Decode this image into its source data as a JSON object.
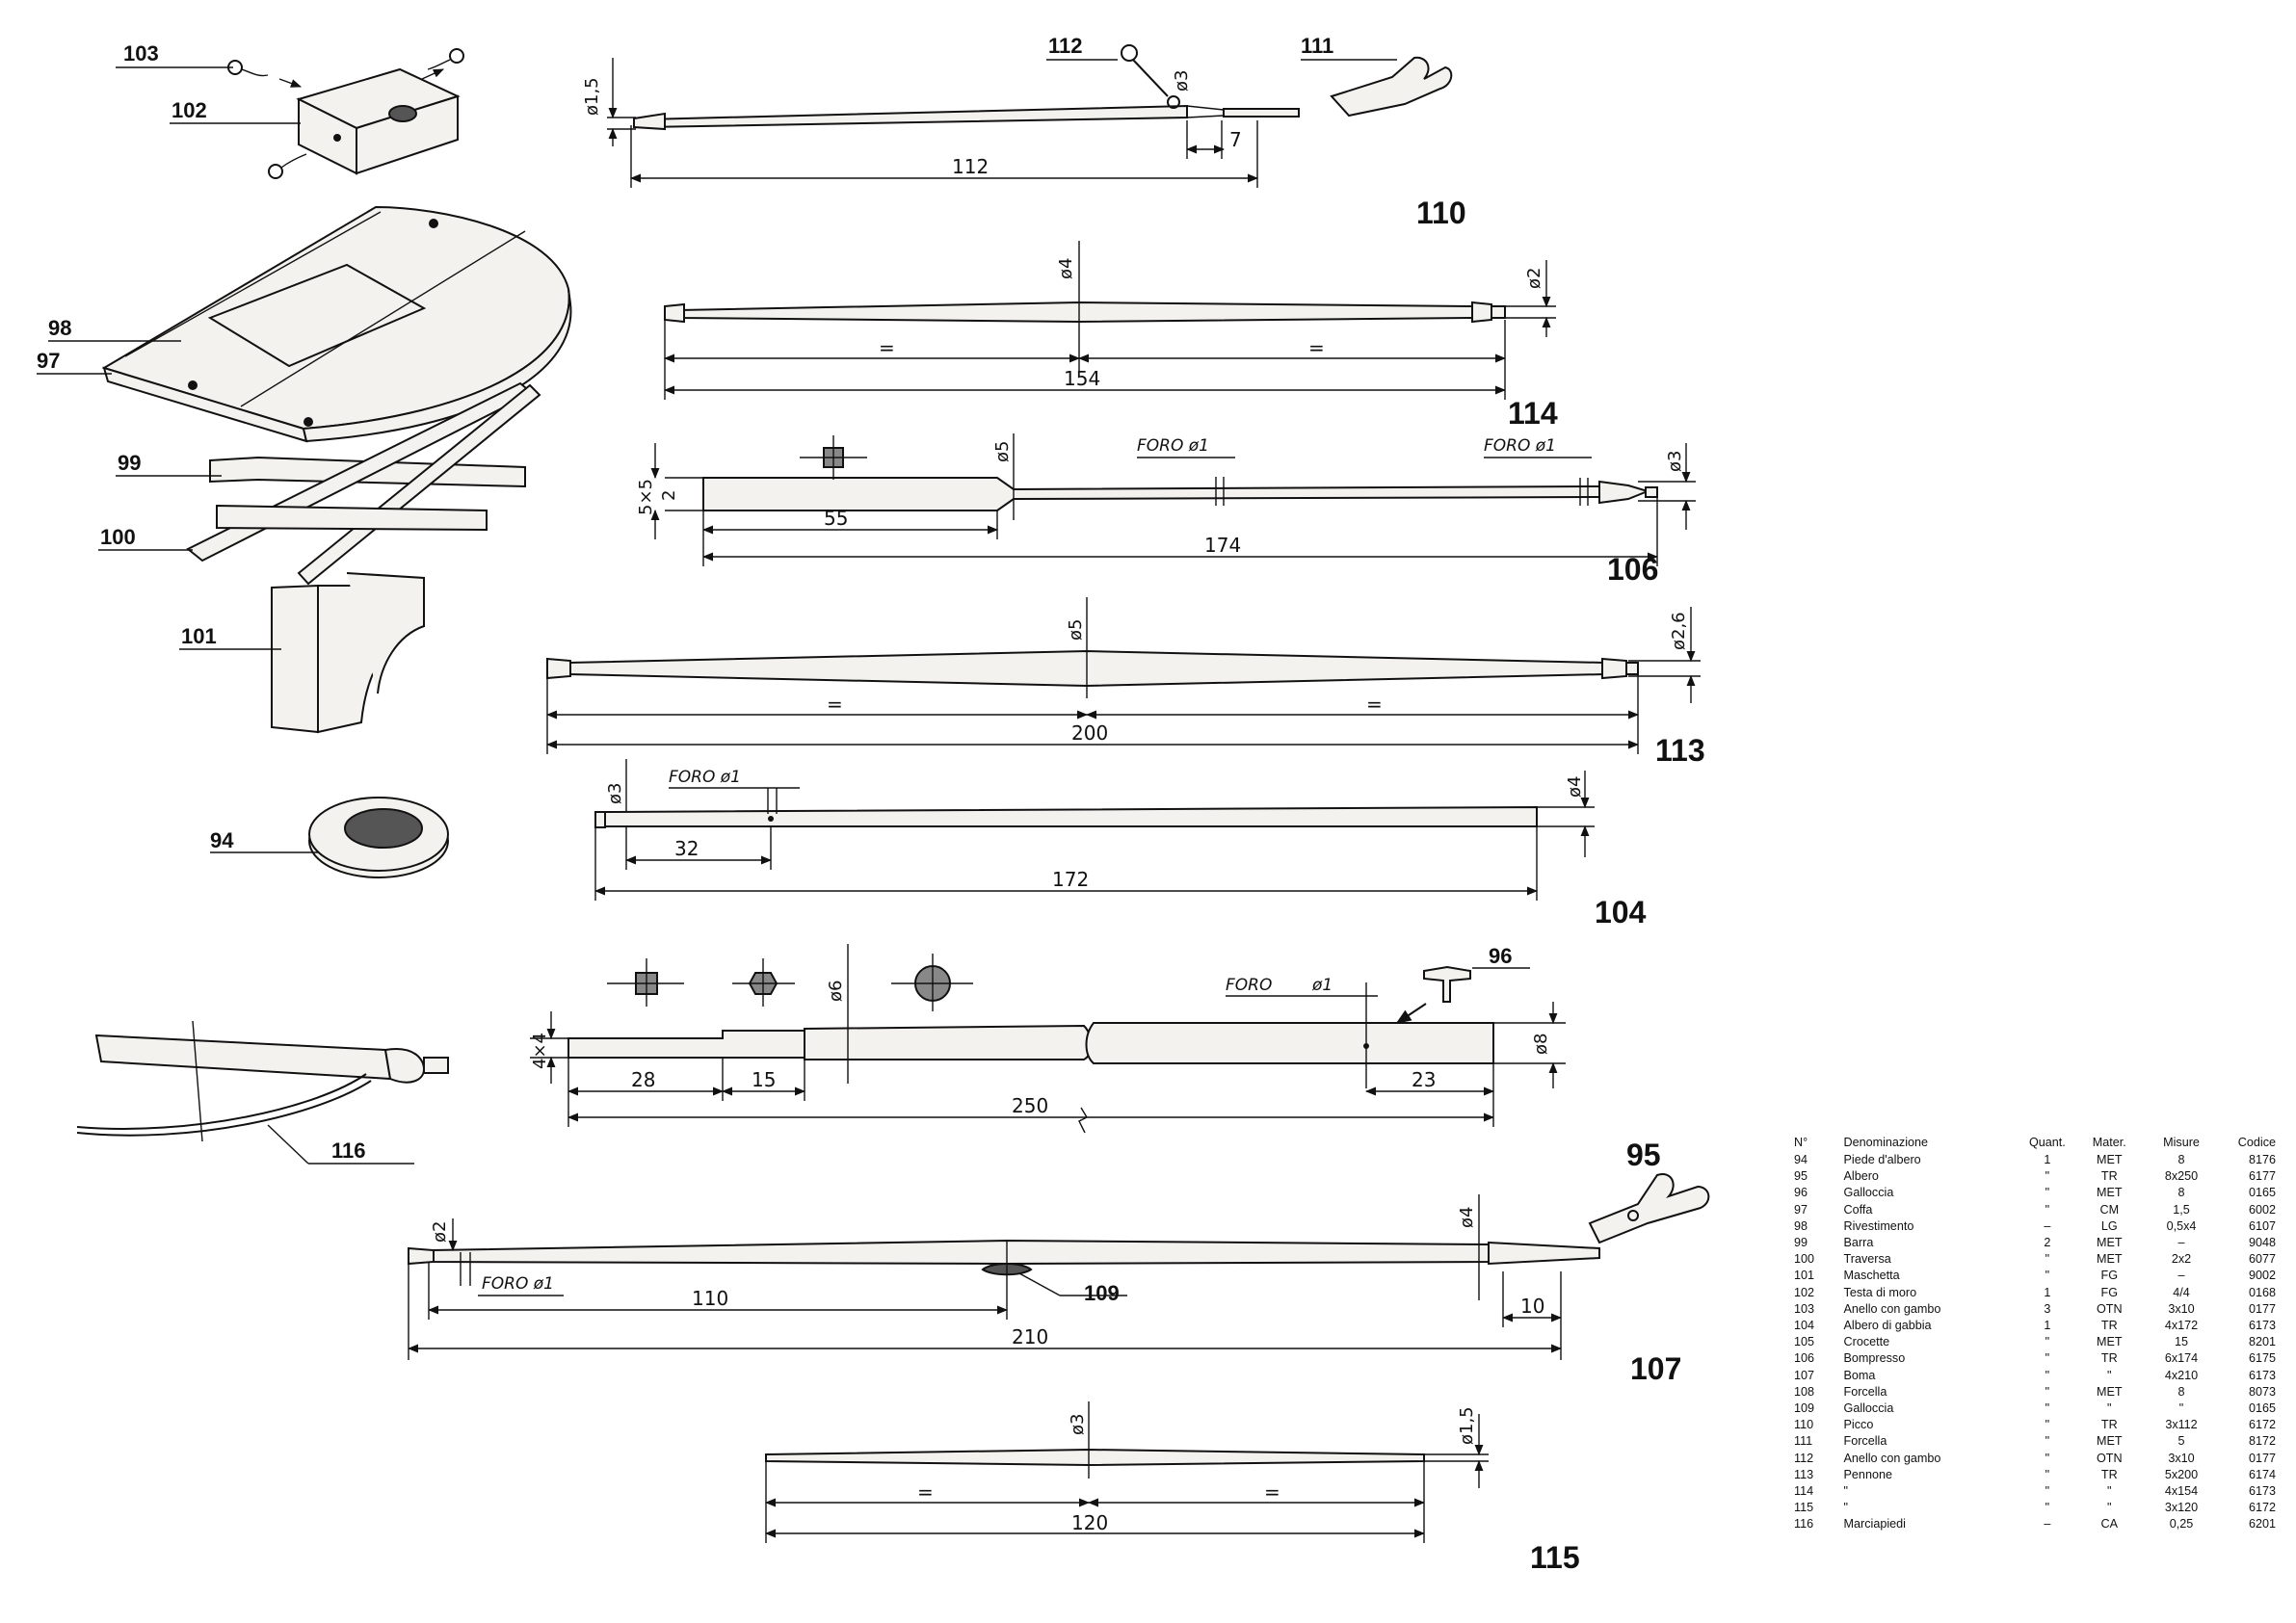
{
  "part_labels": {
    "p94": "94",
    "p95": "95",
    "p96": "96",
    "p97": "97",
    "p98": "98",
    "p99": "99",
    "p100": "100",
    "p101": "101",
    "p102": "102",
    "p103": "103",
    "p104": "104",
    "p106": "106",
    "p107": "107",
    "p109": "109",
    "p110": "110",
    "p111": "111",
    "p112": "112",
    "p113": "113",
    "p114": "114",
    "p115": "115",
    "p116": "116"
  },
  "dimensions": {
    "d110_len": "112",
    "d110_end": "ø1,5",
    "d110_tip": "7",
    "d110_dia": "ø3",
    "d114_len": "154",
    "d114_mid": "ø4",
    "d114_end": "ø2",
    "eq": "=",
    "d106_len": "174",
    "d106_sq": "55",
    "d106_dia": "ø5",
    "d106_end": "ø3",
    "d106_sec": "5×5",
    "d106_step": "2",
    "foro1": "FORO ø1",
    "foro": "FORO ø1",
    "d113_len": "200",
    "d113_mid": "ø5",
    "d113_end": "ø2,6",
    "d104_len": "172",
    "d104_hole": "32",
    "d104_dia": "ø3",
    "d104_end": "ø4",
    "d95_len": "250",
    "d95_a": "28",
    "d95_b": "15",
    "d95_c": "23",
    "d95_sec": "4×4",
    "d95_dia": "ø6",
    "d95_end": "ø8",
    "d95_foro_word": "FORO",
    "d95_foro_val": "ø1",
    "d107_len": "210",
    "d107_half": "110",
    "d107_tip": "10",
    "d107_end": "ø2",
    "d107_dia": "ø4",
    "d115_len": "120",
    "d115_mid": "ø3",
    "d115_end": "ø1,5"
  },
  "table": {
    "headers": [
      "N°",
      "Denominazione",
      "Quant.",
      "Mater.",
      "Misure",
      "Codice"
    ],
    "rows": [
      [
        "94",
        "Piede d'albero",
        "1",
        "MET",
        "8",
        "8176"
      ],
      [
        "95",
        "Albero",
        "\"",
        "TR",
        "8x250",
        "6177"
      ],
      [
        "96",
        "Galloccia",
        "\"",
        "MET",
        "8",
        "0165"
      ],
      [
        "97",
        "Coffa",
        "\"",
        "CM",
        "1,5",
        "6002"
      ],
      [
        "98",
        "Rivestimento",
        "–",
        "LG",
        "0,5x4",
        "6107"
      ],
      [
        "99",
        "Barra",
        "2",
        "MET",
        "–",
        "9048"
      ],
      [
        "100",
        "Traversa",
        "\"",
        "MET",
        "2x2",
        "6077"
      ],
      [
        "101",
        "Maschetta",
        "\"",
        "FG",
        "–",
        "9002"
      ],
      [
        "102",
        "Testa di moro",
        "1",
        "FG",
        "4/4",
        "0168"
      ],
      [
        "103",
        "Anello con gambo",
        "3",
        "OTN",
        "3x10",
        "0177"
      ],
      [
        "104",
        "Albero di gabbia",
        "1",
        "TR",
        "4x172",
        "6173"
      ],
      [
        "105",
        "Crocette",
        "\"",
        "MET",
        "15",
        "8201"
      ],
      [
        "106",
        "Bompresso",
        "\"",
        "TR",
        "6x174",
        "6175"
      ],
      [
        "107",
        "Boma",
        "\"",
        "\"",
        "4x210",
        "6173"
      ],
      [
        "108",
        "Forcella",
        "\"",
        "MET",
        "8",
        "8073"
      ],
      [
        "109",
        "Galloccia",
        "\"",
        "\"",
        "\"",
        "0165"
      ],
      [
        "110",
        "Picco",
        "\"",
        "TR",
        "3x112",
        "6172"
      ],
      [
        "111",
        "Forcella",
        "\"",
        "MET",
        "5",
        "8172"
      ],
      [
        "112",
        "Anello con gambo",
        "\"",
        "OTN",
        "3x10",
        "0177"
      ],
      [
        "113",
        "Pennone",
        "\"",
        "TR",
        "5x200",
        "6174"
      ],
      [
        "114",
        "\"",
        "\"",
        "\"",
        "4x154",
        "6173"
      ],
      [
        "115",
        "\"",
        "\"",
        "\"",
        "3x120",
        "6172"
      ],
      [
        "116",
        "Marciapiedi",
        "–",
        "CA",
        "0,25",
        "6201"
      ]
    ]
  }
}
